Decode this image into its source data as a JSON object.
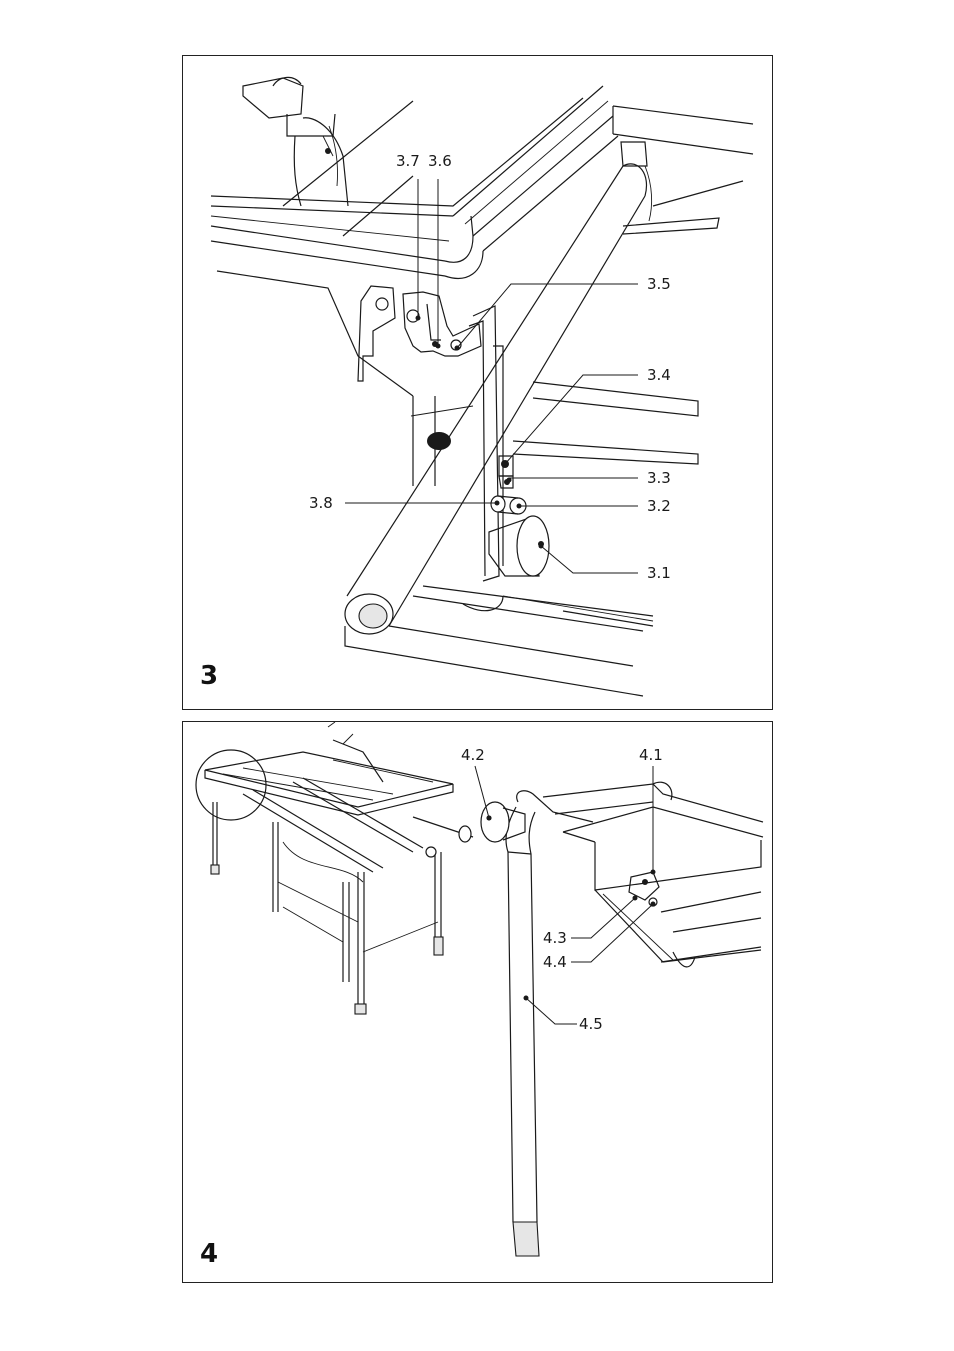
{
  "figure3": {
    "number": "3",
    "callouts": {
      "c37": "3.7",
      "c36": "3.6",
      "c35": "3.5",
      "c34": "3.4",
      "c33": "3.3",
      "c32": "3.2",
      "c38": "3.8",
      "c31": "3.1"
    }
  },
  "figure4": {
    "number": "4",
    "callouts": {
      "c42": "4.2",
      "c41": "4.1",
      "c43": "4.3",
      "c44": "4.4",
      "c45": "4.5"
    }
  }
}
